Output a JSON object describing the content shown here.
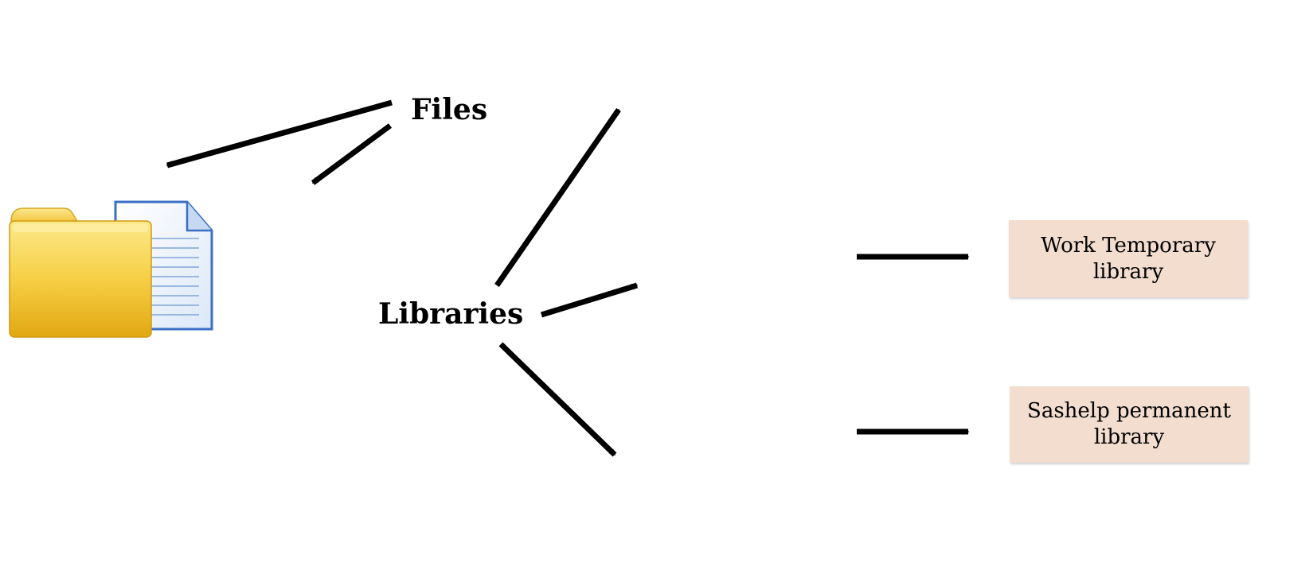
{
  "labels": {
    "files": "Files",
    "libraries": "Libraries"
  },
  "library_boxes": [
    {
      "line1": "Work Temporary",
      "line2": "library"
    },
    {
      "line1": "Sashelp permanent",
      "line2": "library"
    }
  ],
  "icons": {
    "folder_with_document": "folder-document-icon",
    "library_drawer": "file-drawer-icon"
  },
  "colors": {
    "box_fill": "#f2ddcf",
    "folder_gold": "#f2c94c",
    "document_blue": "#3b6fc4",
    "arrow": "#000000"
  }
}
